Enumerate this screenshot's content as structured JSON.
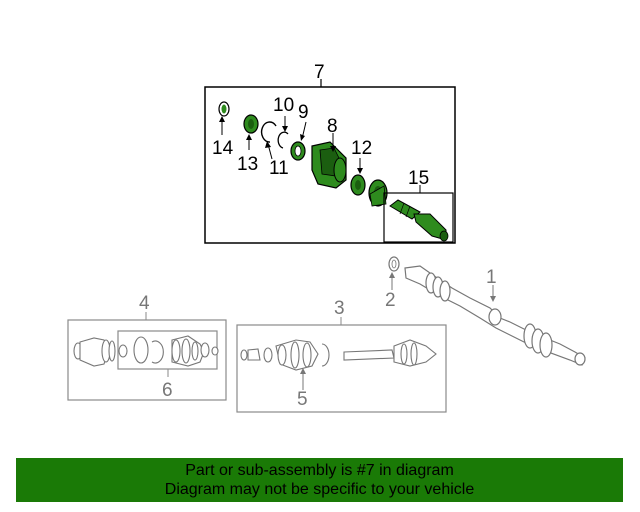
{
  "diagram": {
    "callouts": {
      "n1": "1",
      "n2": "2",
      "n3": "3",
      "n4": "4",
      "n5": "5",
      "n6": "6",
      "n7": "7",
      "n8": "8",
      "n9": "9",
      "n10": "10",
      "n11": "11",
      "n12": "12",
      "n13": "13",
      "n14": "14",
      "n15": "15"
    },
    "colors": {
      "highlight": "#2e8b1e",
      "highlight_dark": "#1b5e10",
      "grey": "#8a8a8a",
      "banner": "#1a7a06"
    }
  },
  "banner": {
    "line1": "Part or sub-assembly is #7 in diagram",
    "line2": "Diagram may not be specific to your vehicle"
  }
}
